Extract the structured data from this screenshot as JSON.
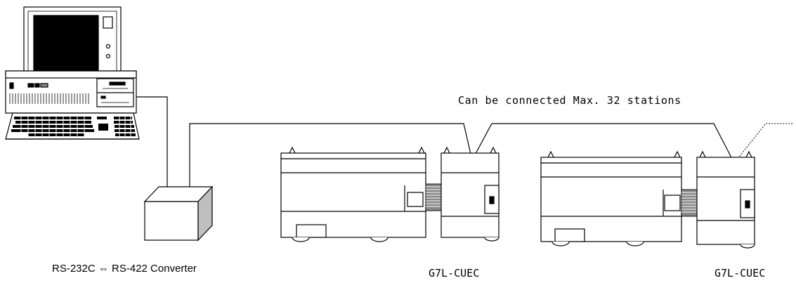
{
  "labels": {
    "max_stations": "Can be connected Max. 32 stations",
    "converter": "RS-232C ⇔ RS-422 Converter",
    "module_1": "G7L-CUEC",
    "module_2": "G7L-CUEC"
  },
  "colors": {
    "stroke": "#000000",
    "background": "#ffffff",
    "screen": "#000000",
    "box_side": "#bfbfbf",
    "connector": "#888888"
  },
  "icons": [
    "personal-computer-icon",
    "converter-box-icon",
    "plc-main-unit-icon",
    "communication-module-icon"
  ]
}
